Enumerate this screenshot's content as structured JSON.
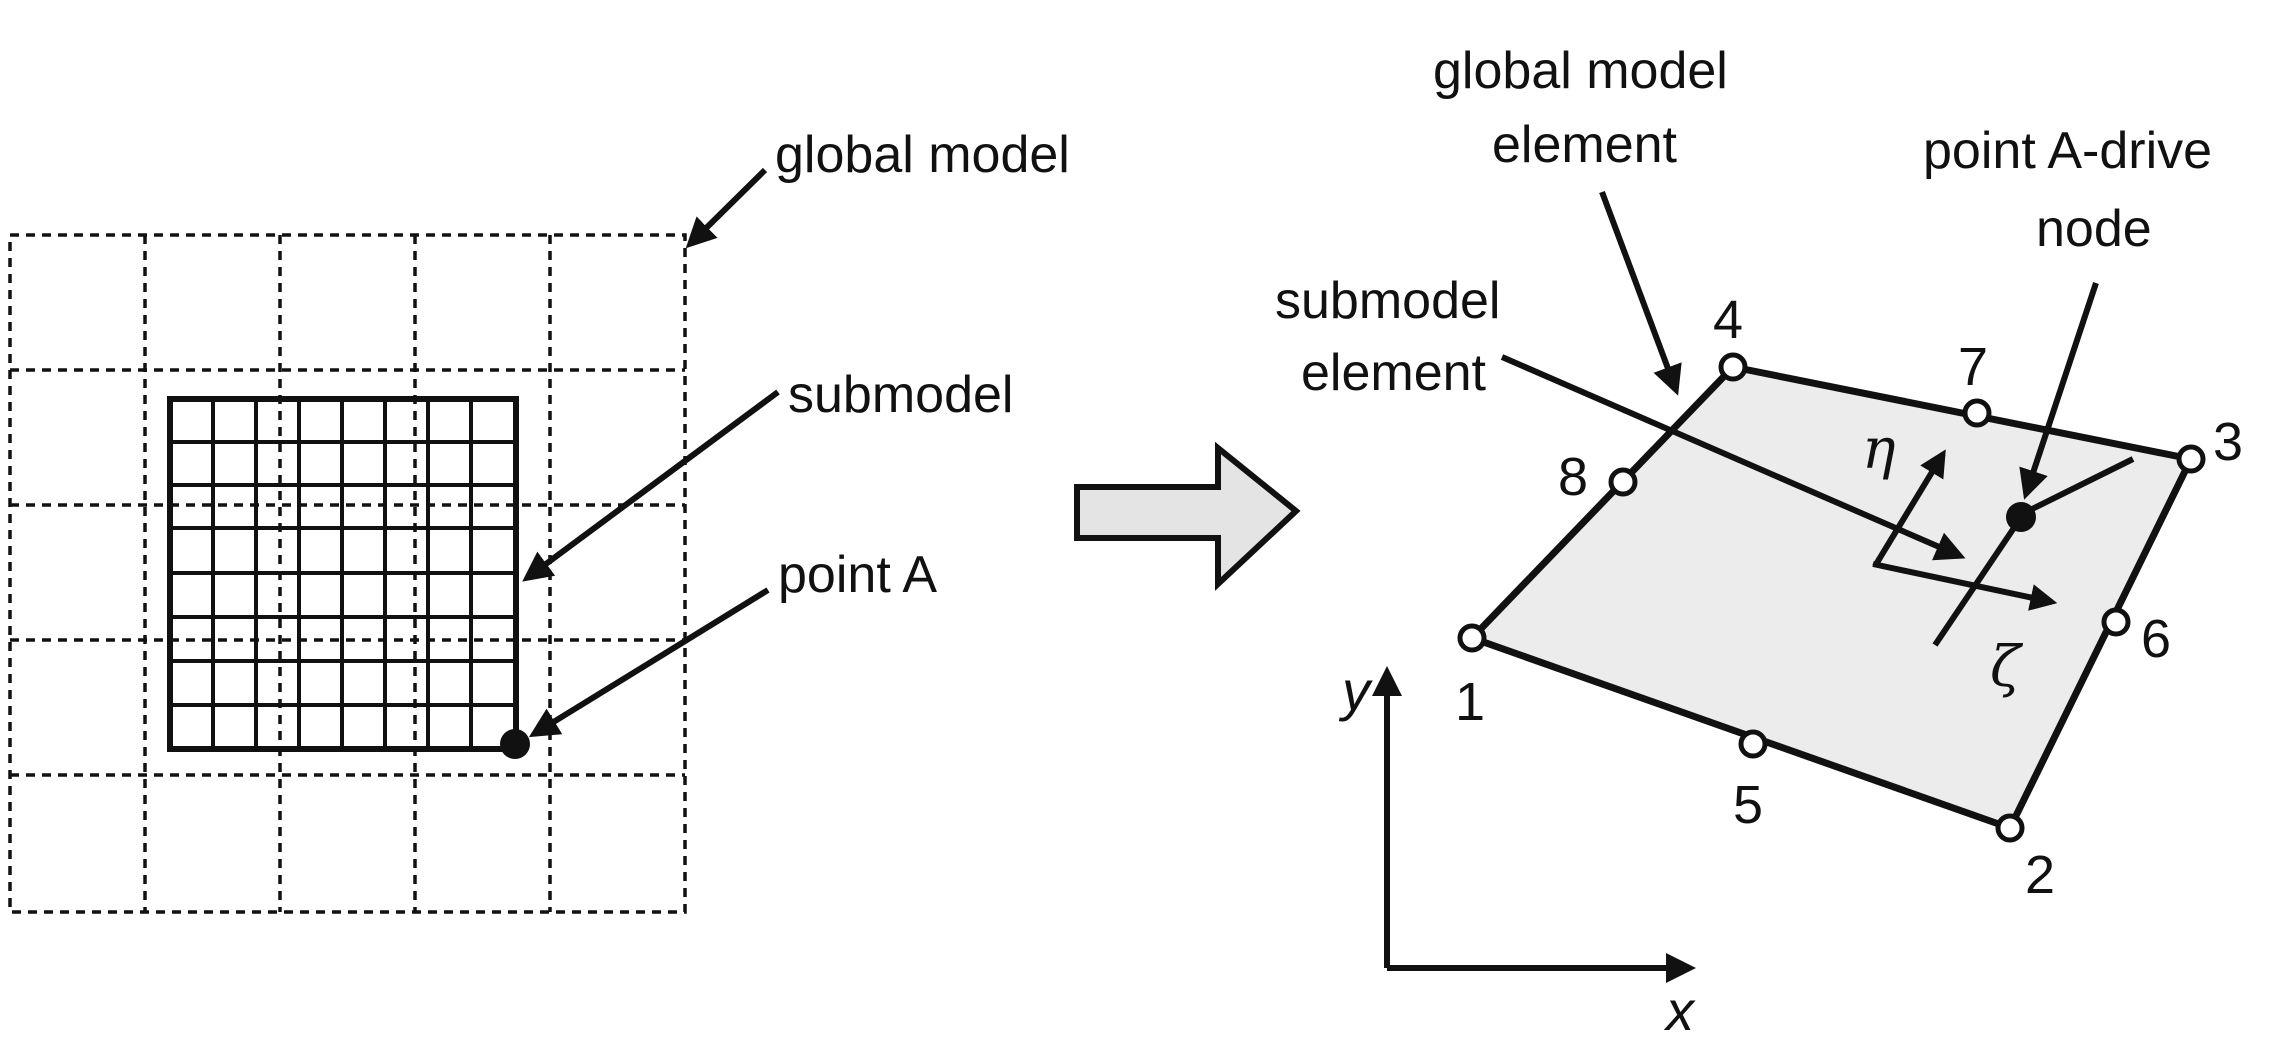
{
  "labels": {
    "global_model": "global model",
    "submodel": "submodel",
    "point_a": "point A",
    "global_model_element_line1": "global model",
    "global_model_element_line2": "element",
    "submodel_element_line1": "submodel",
    "submodel_element_line2": "element",
    "point_a_drive_line1": "point A-drive",
    "point_a_drive_line2": "node",
    "eta": "η",
    "zeta": "ζ",
    "axis_x": "x",
    "axis_y": "y"
  },
  "nodes": [
    "1",
    "2",
    "3",
    "4",
    "5",
    "6",
    "7",
    "8"
  ],
  "colors": {
    "line": "#111111",
    "element_fill": "#ececec",
    "transition_arrow_fill": "#e4e4e4",
    "background": "#ffffff"
  }
}
